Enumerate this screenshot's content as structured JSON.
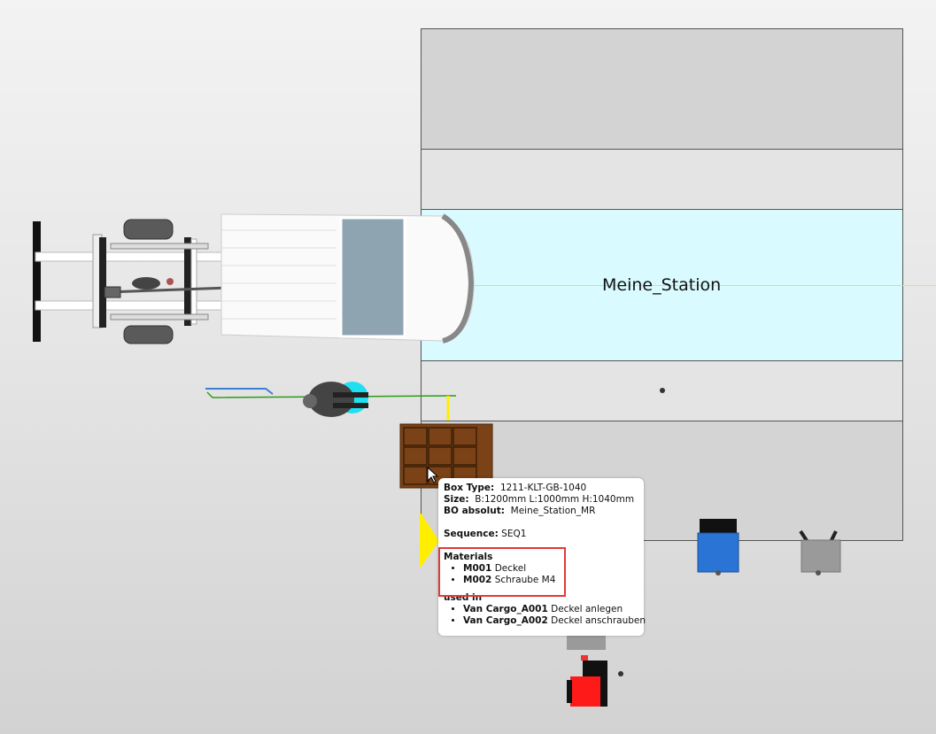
{
  "station": {
    "name": "Meine_Station",
    "accent_color": "#d9fbff"
  },
  "tooltip": {
    "box_type_label": "Box Type:",
    "box_type_value": "1211-KLT-GB-1040",
    "size_label": "Size:",
    "size_value": "B:1200mm L:1000mm H:1040mm",
    "bo_label": "BO absolut:",
    "bo_value": "Meine_Station_MR",
    "sequence_label": "Sequence:",
    "sequence_value": "SEQ1",
    "materials_title": "Materials",
    "materials": [
      {
        "id": "M001",
        "name": "Deckel"
      },
      {
        "id": "M002",
        "name": "Schraube M4"
      }
    ],
    "used_in_title": "used in",
    "used_in": [
      {
        "id": "Van Cargo_A001",
        "name": "Deckel anlegen"
      },
      {
        "id": "Van Cargo_A002",
        "name": "Deckel anschrauben"
      }
    ],
    "highlight_color": "#e03a3a"
  },
  "colors": {
    "crate": "#7b4218",
    "bin_blue": "#2a74d6",
    "bin_red": "#ff1a1a",
    "worker_cyan": "#1fe0f0",
    "path_green": "#2e9a1a",
    "path_blue": "#3a7fd6",
    "marker_yellow": "#ffee00"
  }
}
